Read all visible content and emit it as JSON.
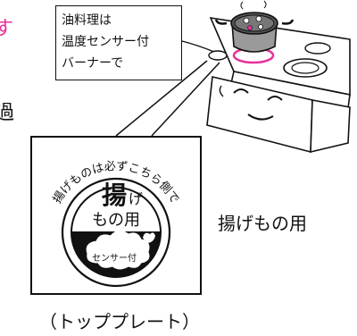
{
  "fragments": {
    "pink": "す",
    "black": "過"
  },
  "note": {
    "lines": [
      "油料理は",
      "温度センサー付",
      "バーナーで"
    ]
  },
  "badge": {
    "arc_text": "揚げものは必ずこちら側で",
    "main_1": "揚",
    "main_1b": "げ",
    "main_2": "もの用",
    "small": "センサー付"
  },
  "caption": "揚げもの用",
  "footer": "（トッププレート）"
}
